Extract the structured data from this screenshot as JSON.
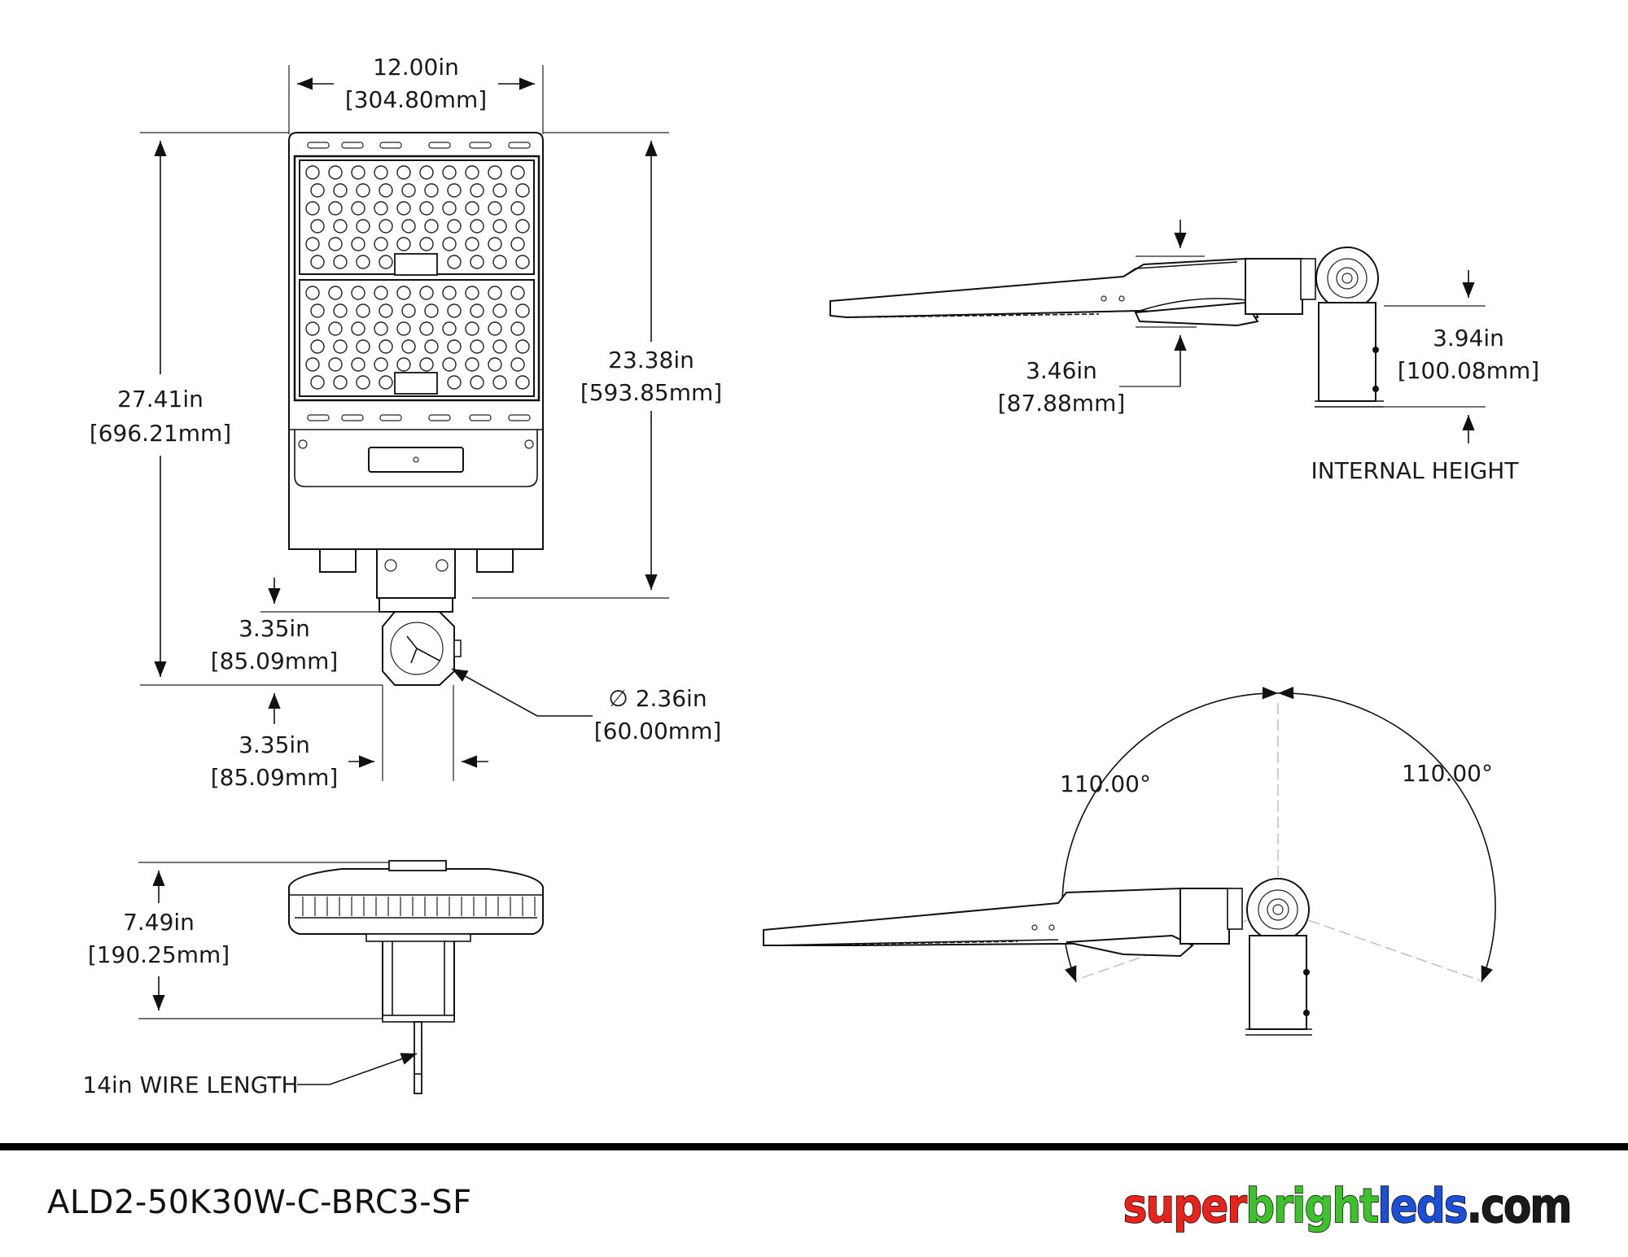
{
  "front_view": {
    "width_in": "12.00in",
    "width_mm": "[304.80mm]",
    "total_height_in": "27.41in",
    "total_height_mm": "[696.21mm]",
    "body_height_in": "23.38in",
    "body_height_mm": "[593.85mm]",
    "mount_height_in": "3.35in",
    "mount_height_mm": "[85.09mm]",
    "mount_width_in": "3.35in",
    "mount_width_mm": "[85.09mm]",
    "pole_dia_in": "∅ 2.36in",
    "pole_dia_mm": "[60.00mm]"
  },
  "side_view": {
    "depth_in": "3.46in",
    "depth_mm": "[87.88mm]",
    "internal_in": "3.94in",
    "internal_mm": "[100.08mm]",
    "internal_label": "INTERNAL HEIGHT"
  },
  "bottom_view": {
    "height_in": "7.49in",
    "height_mm": "[190.25mm]",
    "wire_label": "14in WIRE LENGTH"
  },
  "rotation_view": {
    "angle_left": "110.00°",
    "angle_right": "110.00°"
  },
  "footer": {
    "model": "ALD2-50K30W-C-BRC3-SF",
    "logo": {
      "part1": "super",
      "part1_color": "#e8231c",
      "part2": "bright",
      "part2_color": "#3ec12c",
      "part3": "leds",
      "part3_color": "#1c4fd6",
      "part4": ".com",
      "part4_color": "#1a1a1a"
    }
  }
}
